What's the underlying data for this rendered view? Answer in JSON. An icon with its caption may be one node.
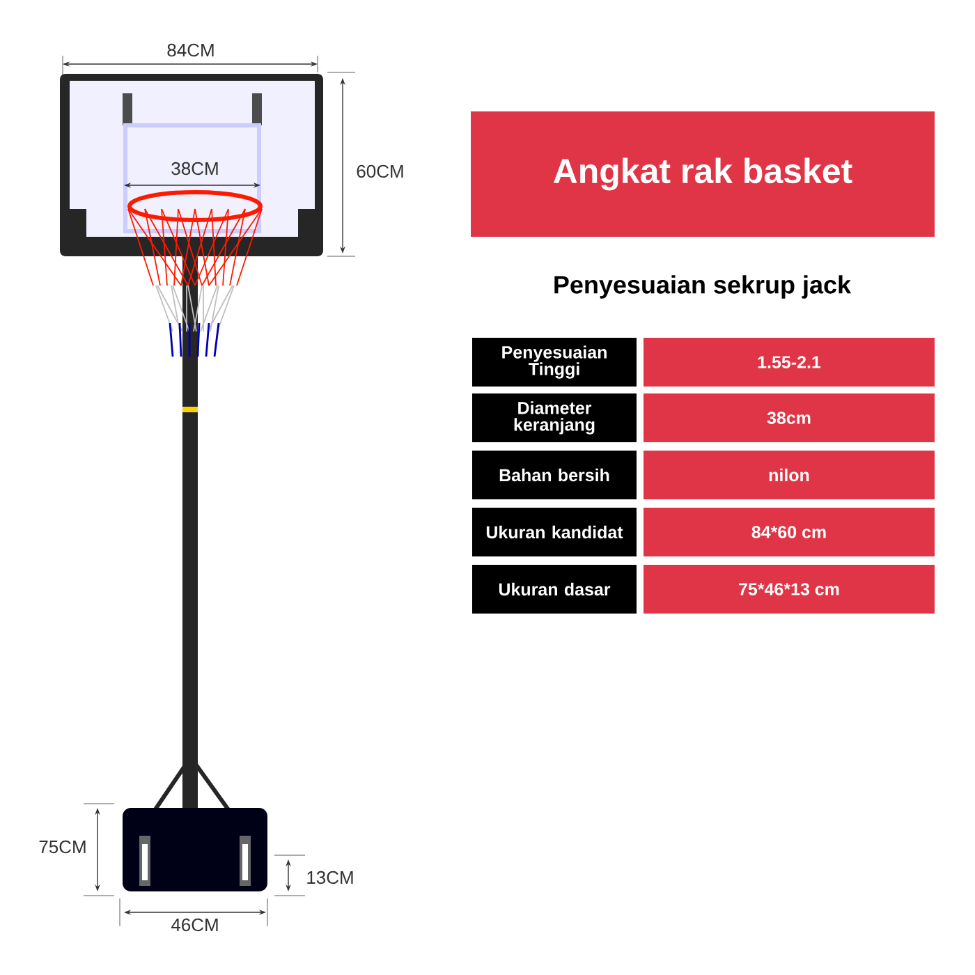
{
  "diagram": {
    "title": "Angkat rak basket",
    "labels": [
      "84CM",
      "38CM",
      "60CM",
      "Penyesuaian sekrup jack",
      "Penyesuaian Tinggi",
      "1.55-2.1",
      "Diameter keranjang",
      "38cm",
      "Bahan bersih",
      "nilon",
      "Ukuran kandidat",
      "84*60 cm",
      "Ukuran dasar",
      "75*46*13 cm",
      "75CM",
      "13CM",
      "46CM"
    ]
  }
}
